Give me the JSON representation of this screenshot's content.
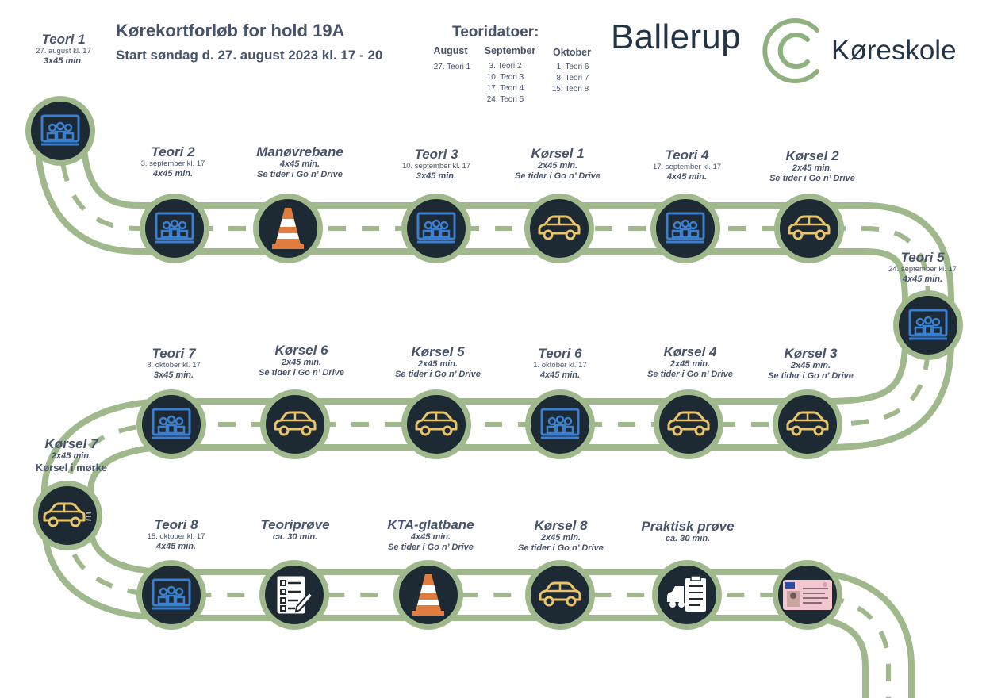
{
  "title": "Kørekortforløb for hold 19A",
  "subtitle": "Start søndag d. 27. august 2023 kl. 17 - 20",
  "theory_dates": {
    "heading": "Teoridatoer:",
    "months": [
      {
        "name": "August",
        "entries": [
          "27. Teori 1"
        ]
      },
      {
        "name": "September",
        "entries": [
          "3. Teori 2",
          "10. Teori 3",
          "17. Teori 4",
          "24. Teori 5"
        ]
      },
      {
        "name": "Oktober",
        "entries": [
          "1. Teori 6",
          "8. Teori 7",
          "15. Teori 8"
        ]
      }
    ]
  },
  "logo": {
    "word1": "Ballerup",
    "word2": "Køreskole"
  },
  "colors": {
    "road": "#9fb98d",
    "stop_bg": "#1e2a33",
    "class_icon": "#3a7fd0",
    "car_icon": "#e9c46a",
    "cone_icon": "#e07c3e",
    "text": "#46536a"
  },
  "stops": [
    {
      "title": "Teori 1",
      "sub": "27. august kl. 17",
      "detail": "3x45 min.",
      "icon": "classroom-icon"
    },
    {
      "title": "Teori 2",
      "sub": "3. september kl. 17",
      "detail": "4x45 min.",
      "icon": "classroom-icon"
    },
    {
      "title": "Manøvrebane",
      "sub": "",
      "detail": "4x45 min.",
      "detail2": "Se tider i Go n’ Drive",
      "icon": "traffic-cone-icon"
    },
    {
      "title": "Teori 3",
      "sub": "10. september kl. 17",
      "detail": "3x45 min.",
      "icon": "classroom-icon"
    },
    {
      "title": "Kørsel 1",
      "sub": "",
      "detail": "2x45 min.",
      "detail2": "Se tider i Go n’ Drive",
      "icon": "car-icon"
    },
    {
      "title": "Teori 4",
      "sub": "17. september kl. 17",
      "detail": "4x45 min.",
      "icon": "classroom-icon"
    },
    {
      "title": "Kørsel 2",
      "sub": "",
      "detail": "2x45 min.",
      "detail2": "Se tider i Go n’ Drive",
      "icon": "car-icon"
    },
    {
      "title": "Teori 5",
      "sub": "24. september kl. 17",
      "detail": "4x45 min.",
      "icon": "classroom-icon"
    },
    {
      "title": "Kørsel 3",
      "sub": "",
      "detail": "2x45 min.",
      "detail2": "Se tider i Go n’ Drive",
      "icon": "car-icon"
    },
    {
      "title": "Kørsel 4",
      "sub": "",
      "detail": "2x45 min.",
      "detail2": "Se tider i Go n’ Drive",
      "icon": "car-icon"
    },
    {
      "title": "Teori 6",
      "sub": "1. oktober kl. 17",
      "detail": "4x45 min.",
      "icon": "classroom-icon"
    },
    {
      "title": "Kørsel 5",
      "sub": "",
      "detail": "2x45 min.",
      "detail2": "Se tider i Go n’ Drive",
      "icon": "car-icon"
    },
    {
      "title": "Kørsel 6",
      "sub": "",
      "detail": "2x45 min.",
      "detail2": "Se tider i Go n’ Drive",
      "icon": "car-icon"
    },
    {
      "title": "Teori 7",
      "sub": "8. oktober kl. 17",
      "detail": "3x45 min.",
      "icon": "classroom-icon"
    },
    {
      "title": "Kørsel 7",
      "sub": "",
      "detail": "2x45 min.",
      "detail2": "Kørsel i mørke",
      "icon": "car-night-icon"
    },
    {
      "title": "Teori 8",
      "sub": "15. oktober kl. 17",
      "detail": "4x45 min.",
      "icon": "classroom-icon"
    },
    {
      "title": "Teoriprøve",
      "sub": "",
      "detail": "ca. 30 min.",
      "icon": "checklist-pen-icon"
    },
    {
      "title": "KTA-glatbane",
      "sub": "",
      "detail": "4x45 min.",
      "detail2": "Se tider i Go n’ Drive",
      "icon": "traffic-cone-icon"
    },
    {
      "title": "Kørsel 8",
      "sub": "",
      "detail": "2x45 min.",
      "detail2": "Se tider i Go n’ Drive",
      "icon": "car-icon"
    },
    {
      "title": "Praktisk prøve",
      "sub": "",
      "detail": "ca. 30 min.",
      "icon": "car-checklist-icon"
    },
    {
      "title": "",
      "sub": "",
      "detail": "",
      "icon": "driving-license-icon"
    }
  ]
}
